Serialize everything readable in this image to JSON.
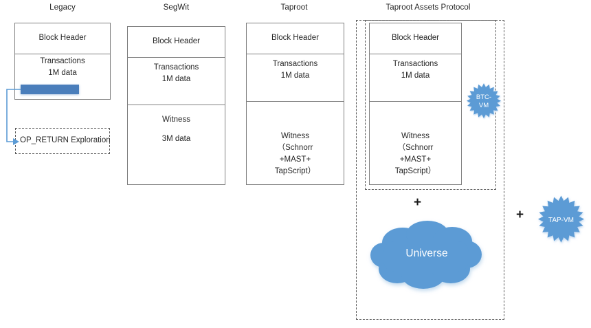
{
  "diagram": {
    "title_row": [
      {
        "label": "Legacy"
      },
      {
        "label": "SegWit"
      },
      {
        "label": "Taproot"
      },
      {
        "label": "Taproot Assets Protocol"
      }
    ],
    "colors": {
      "blue_bar": "#4A7EBB",
      "cloud": "#5B9BD5",
      "star": "#5B9BD5",
      "box_border": "#7f7f7f",
      "dashed_border": "#595959",
      "arrow": "#5B9BD5",
      "text": "#262626"
    },
    "columns": {
      "legacy": {
        "title": "Legacy",
        "cells": [
          {
            "lines": [
              "Block Header"
            ]
          },
          {
            "lines": [
              "Transactions",
              "1M data"
            ]
          }
        ],
        "data_bar_present": true,
        "callout": {
          "label": "OP_RETURN Exploration",
          "style": "dashed"
        }
      },
      "segwit": {
        "title": "SegWit",
        "cells": [
          {
            "lines": [
              "Block Header"
            ]
          },
          {
            "lines": [
              "Transactions",
              "1M data"
            ]
          },
          {
            "lines": [
              "Witness",
              "",
              "3M data"
            ]
          }
        ]
      },
      "taproot": {
        "title": "Taproot",
        "cells": [
          {
            "lines": [
              "Block Header"
            ]
          },
          {
            "lines": [
              "Transactions",
              "1M data"
            ]
          },
          {
            "lines": [
              "Witness",
              "（Schnorr",
              "+MAST+",
              "TapScript）"
            ]
          }
        ]
      },
      "taproot_assets": {
        "title": "Taproot Assets Protocol",
        "cells": [
          {
            "lines": [
              "Block Header"
            ]
          },
          {
            "lines": [
              "Transactions",
              "1M data"
            ]
          },
          {
            "lines": [
              "Witness",
              "（Schnorr",
              "+MAST+",
              "TapScript）"
            ]
          }
        ],
        "btc_vm_badge": "BTC-\nVM",
        "plus_inner": "+",
        "cloud_label": "Universe"
      }
    },
    "outside": {
      "plus_outer": "+",
      "tap_vm_badge": "TAP-VM"
    }
  }
}
